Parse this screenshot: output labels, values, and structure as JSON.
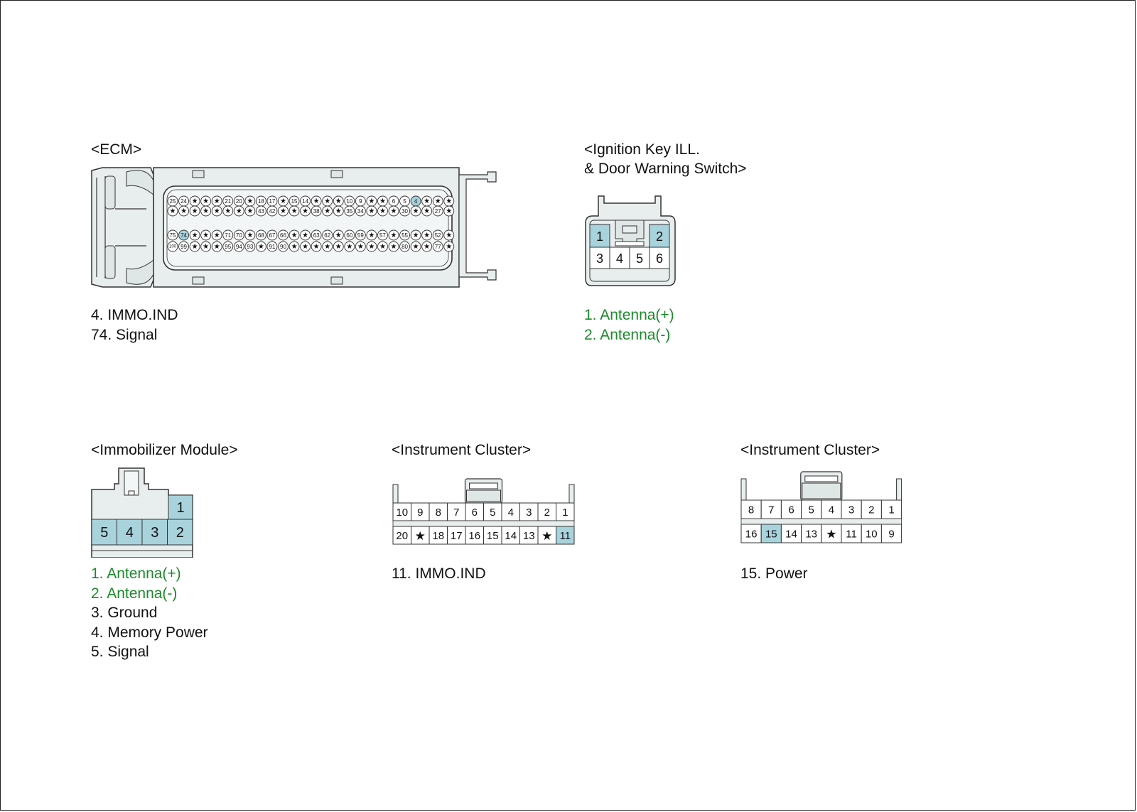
{
  "colors": {
    "housing": "#e8eeee",
    "highlight": "#a8d3dc",
    "outline": "#333333",
    "green_text": "#1b8a2a"
  },
  "ecm": {
    "title": "<ECM>",
    "rows": [
      [
        "25",
        "24",
        "*",
        "*",
        "*",
        "21",
        "20",
        "*",
        "18",
        "17",
        "*",
        "15",
        "14",
        "*",
        "*",
        "*",
        "10",
        "9",
        "*",
        "*",
        "6",
        "5",
        "4",
        "*",
        "*",
        "*"
      ],
      [
        "*",
        "*",
        "*",
        "*",
        "*",
        "*",
        "*",
        "*",
        "43",
        "42",
        "*",
        "*",
        "*",
        "38",
        "*",
        "*",
        "35",
        "34",
        "*",
        "*",
        "*",
        "30",
        "*",
        "*",
        "27",
        "*"
      ],
      [
        "75",
        "74",
        "*",
        "*",
        "*",
        "71",
        "70",
        "*",
        "68",
        "67",
        "66",
        "*",
        "*",
        "63",
        "62",
        "*",
        "60",
        "59",
        "*",
        "57",
        "*",
        "55",
        "*",
        "*",
        "52",
        "*"
      ],
      [
        "100",
        "99",
        "*",
        "*",
        "*",
        "95",
        "94",
        "93",
        "*",
        "91",
        "90",
        "*",
        "*",
        "*",
        "*",
        "*",
        "*",
        "*",
        "*",
        "*",
        "*",
        "80",
        "*",
        "*",
        "77",
        "*"
      ]
    ],
    "highlighted": [
      "4",
      "74"
    ],
    "legend": [
      "4. IMMO.IND",
      "74. Signal"
    ]
  },
  "ignition": {
    "title_line1": "<Ignition Key ILL.",
    "title_line2": "& Door Warning Switch>",
    "top_pins": [
      "1",
      "2"
    ],
    "bottom_pins": [
      "3",
      "4",
      "5",
      "6"
    ],
    "highlighted": [
      "1",
      "2"
    ],
    "legend": [
      "1. Antenna(+)",
      "2. Antenna(-)"
    ]
  },
  "immobilizer": {
    "title": "<Immobilizer Module>",
    "top_pins": [
      "1"
    ],
    "bottom_pins": [
      "5",
      "4",
      "3",
      "2"
    ],
    "highlighted": [
      "1",
      "5",
      "4",
      "3",
      "2"
    ],
    "legend_green": [
      "1. Antenna(+)",
      "2. Antenna(-)"
    ],
    "legend": [
      "3. Ground",
      "4. Memory Power",
      "5. Signal"
    ]
  },
  "cluster_a": {
    "title": "<Instrument Cluster>",
    "top_pins": [
      "10",
      "9",
      "8",
      "7",
      "6",
      "5",
      "4",
      "3",
      "2",
      "1"
    ],
    "bottom_pins": [
      "20",
      "*",
      "18",
      "17",
      "16",
      "15",
      "14",
      "13",
      "*",
      "11"
    ],
    "highlighted": [
      "11"
    ],
    "legend": [
      "11. IMMO.IND"
    ]
  },
  "cluster_b": {
    "title": "<Instrument Cluster>",
    "top_pins": [
      "8",
      "7",
      "6",
      "5",
      "4",
      "3",
      "2",
      "1"
    ],
    "bottom_pins": [
      "16",
      "15",
      "14",
      "13",
      "*",
      "11",
      "10",
      "9"
    ],
    "highlighted": [
      "15"
    ],
    "legend": [
      "15. Power"
    ]
  }
}
